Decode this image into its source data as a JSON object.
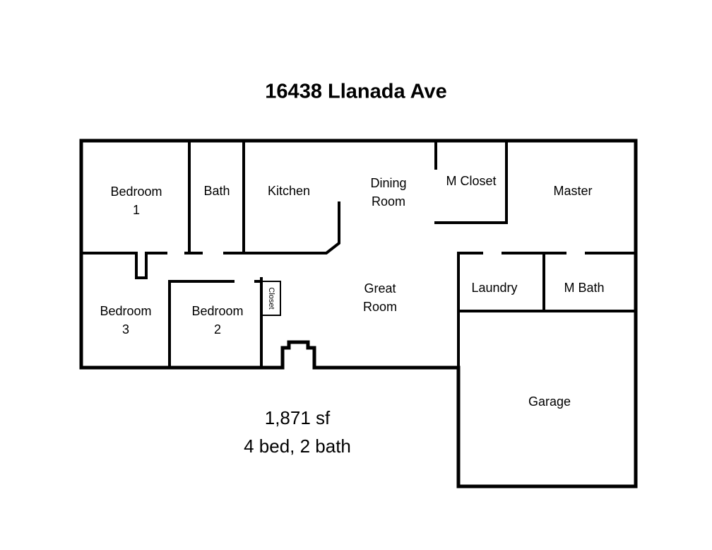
{
  "title": "16438 Llanada Ave",
  "summary": {
    "area": "1,871 sf",
    "beds_baths": "4 bed, 2 bath"
  },
  "rooms": {
    "bedroom1": {
      "label": "Bedroom\n1"
    },
    "bath": {
      "label": "Bath"
    },
    "kitchen": {
      "label": "Kitchen"
    },
    "dining": {
      "label": "Dining\nRoom"
    },
    "mcloset": {
      "label": "M Closet"
    },
    "master": {
      "label": "Master"
    },
    "bedroom3": {
      "label": "Bedroom\n3"
    },
    "bedroom2": {
      "label": "Bedroom\n2"
    },
    "closet": {
      "label": "Closet"
    },
    "great": {
      "label": "Great\nRoom"
    },
    "laundry": {
      "label": "Laundry"
    },
    "mbath": {
      "label": "M Bath"
    },
    "garage": {
      "label": "Garage"
    }
  },
  "colors": {
    "wall": "#000000",
    "background": "#ffffff",
    "text": "#000000"
  }
}
